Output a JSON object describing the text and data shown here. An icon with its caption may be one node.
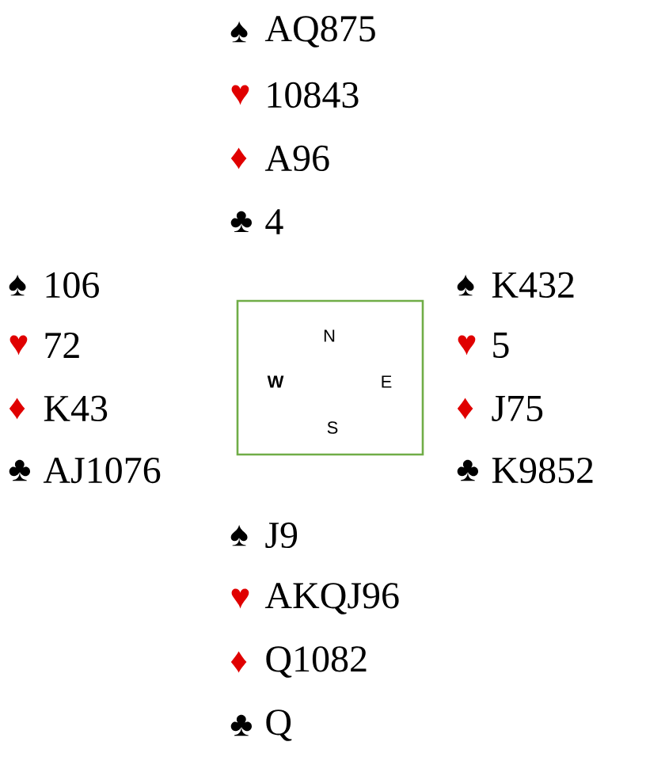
{
  "diagram": {
    "nodes": [
      {
        "text": [
          "N",
          "E",
          "S",
          "W"
        ]
      }
    ],
    "labels": [
      "♠",
      "AQ875",
      "♥",
      "10843",
      "♦",
      "A96",
      "♣",
      "4",
      "♠",
      "106",
      "♠",
      "K432",
      "♥",
      "72",
      "♥",
      "5",
      "♦",
      "K43",
      "♦",
      "J75",
      "♣",
      "AJ1076",
      "♣",
      "K9852",
      "♠",
      "J9",
      "♥",
      "AKQJ96",
      "♦",
      "Q1082",
      "♣",
      "Q"
    ]
  }
}
